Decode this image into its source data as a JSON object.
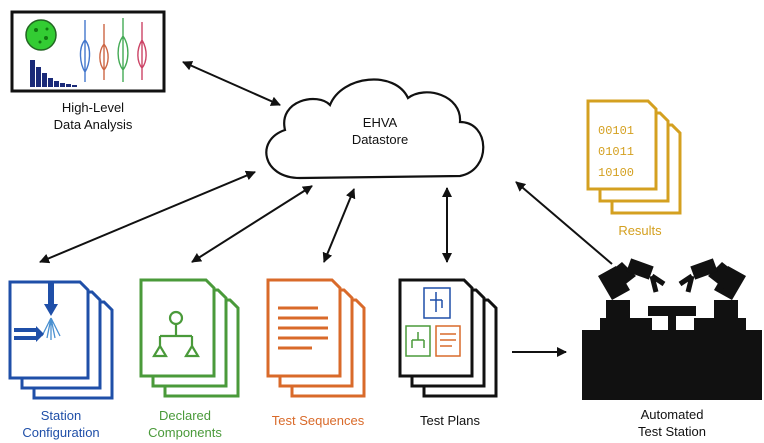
{
  "datastore": {
    "label": "EHVA\nDatastore"
  },
  "analysis": {
    "label": "High-Level\nData Analysis"
  },
  "results": {
    "label": "Results",
    "bits": [
      "00101",
      "01011",
      "10100"
    ],
    "color": "#d4a020"
  },
  "station_configuration": {
    "label": "Station\nConfiguration",
    "color": "#1f4fa8"
  },
  "declared_components": {
    "label": "Declared\nComponents",
    "color": "#4a9a3a"
  },
  "test_sequences": {
    "label": "Test Sequences",
    "color": "#d96a2a"
  },
  "test_plans": {
    "label": "Test Plans",
    "color": "#111111"
  },
  "automated_station": {
    "label": "Automated\nTest Station"
  }
}
